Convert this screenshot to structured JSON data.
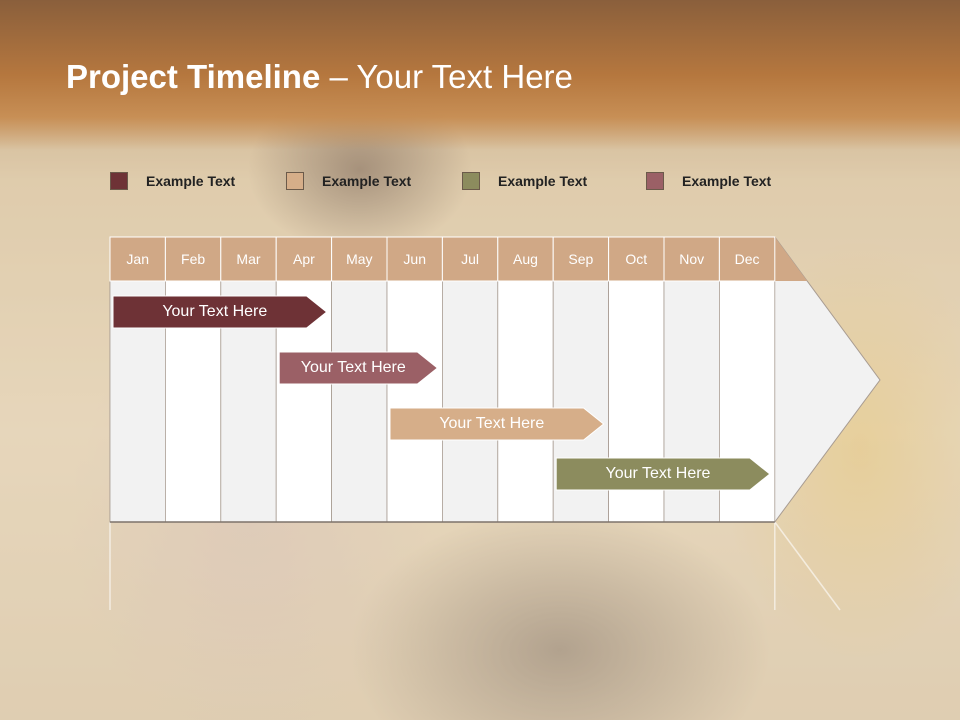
{
  "slide": {
    "title_bold": "Project Timeline",
    "title_rest": " – Your Text Here"
  },
  "legend": [
    {
      "label": "Example Text",
      "color": "#6e3236"
    },
    {
      "label": "Example Text",
      "color": "#d6ae89"
    },
    {
      "label": "Example Text",
      "color": "#8c8c5e"
    },
    {
      "label": "Example Text",
      "color": "#9b6066"
    }
  ],
  "months": [
    "Jan",
    "Feb",
    "Mar",
    "Apr",
    "May",
    "Jun",
    "Jul",
    "Aug",
    "Sep",
    "Oct",
    "Nov",
    "Dec"
  ],
  "colors": {
    "month_header": "#d0a886",
    "grid_light": "#f2f2f2",
    "grid_white": "#ffffff",
    "grid_border": "#a89c92"
  },
  "tasks": [
    {
      "label": "Your  Text Here",
      "color": "#6e3236",
      "start_month": "Jan",
      "end_month": "Apr"
    },
    {
      "label": "Your  Text Here",
      "color": "#9b6066",
      "start_month": "Apr",
      "end_month": "Jun"
    },
    {
      "label": "Your  Text Here",
      "color": "#d6ae89",
      "start_month": "Jun",
      "end_month": "Sep"
    },
    {
      "label": "Your  Text Here",
      "color": "#8c8c5e",
      "start_month": "Sep",
      "end_month": "Dec"
    }
  ]
}
